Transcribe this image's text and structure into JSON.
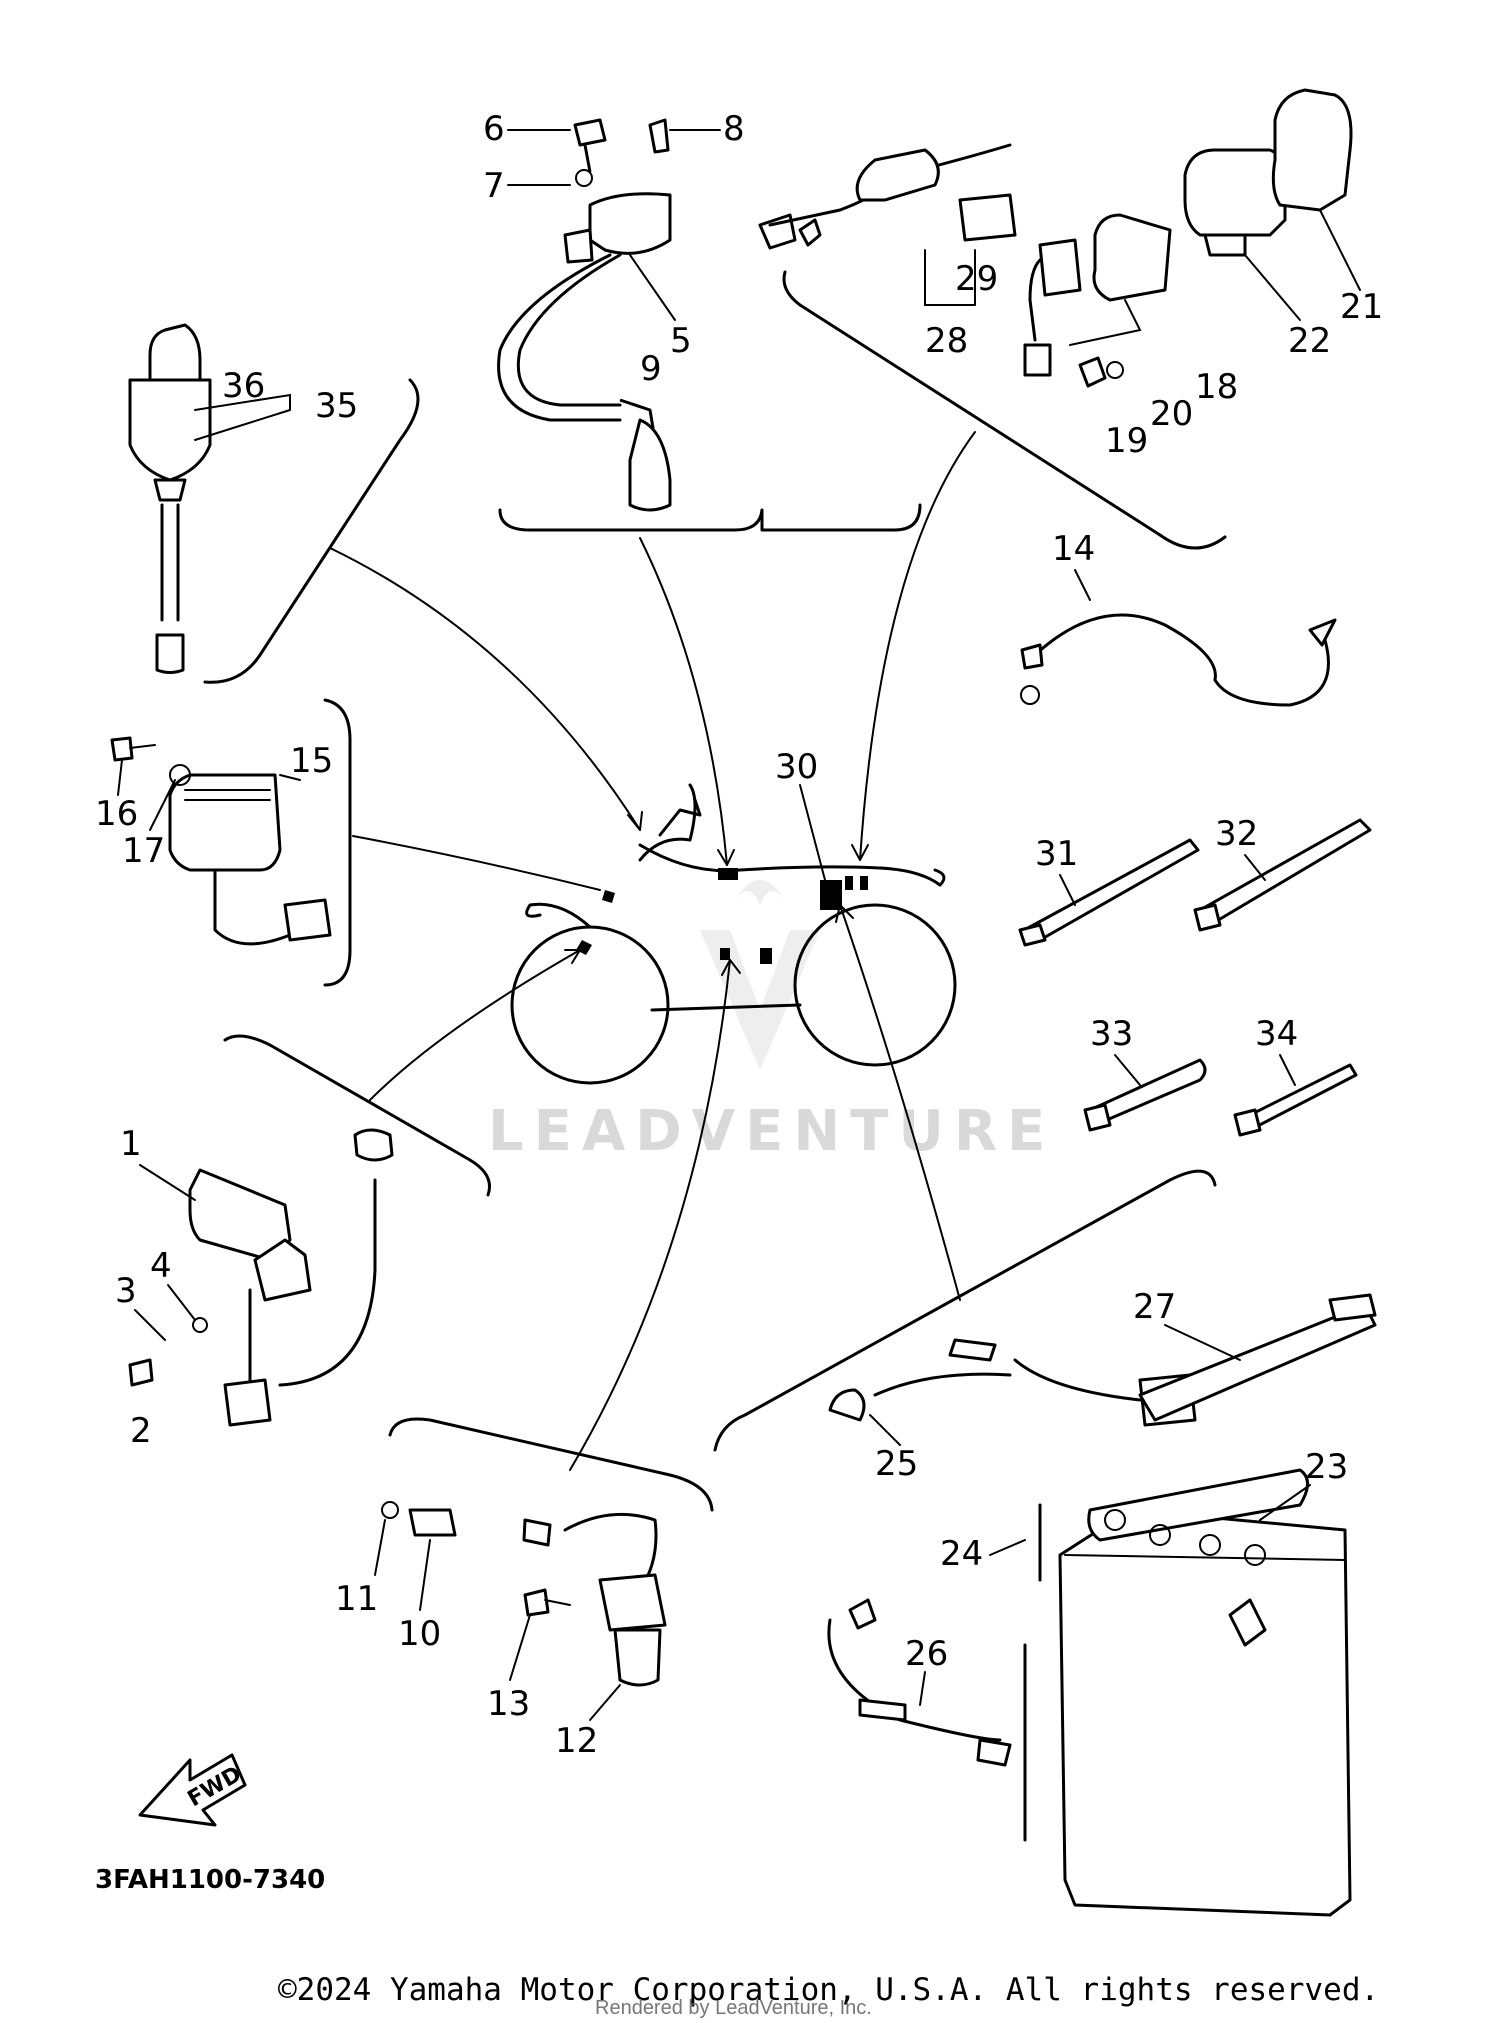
{
  "diagram": {
    "part_numbers": [
      "1",
      "2",
      "3",
      "4",
      "5",
      "6",
      "7",
      "8",
      "9",
      "10",
      "11",
      "12",
      "13",
      "14",
      "15",
      "16",
      "17",
      "18",
      "19",
      "20",
      "21",
      "22",
      "23",
      "24",
      "25",
      "26",
      "27",
      "28",
      "29",
      "30",
      "31",
      "32",
      "33",
      "34",
      "35",
      "36"
    ],
    "watermark": "LEADVENTURE",
    "fwd_label": "FWD",
    "drawing_code": "3FAH1100-7340"
  },
  "footer": {
    "copyright": "©2024 Yamaha Motor Corporation, U.S.A. All rights reserved.",
    "rendered_by": "Rendered by LeadVenture, Inc."
  }
}
